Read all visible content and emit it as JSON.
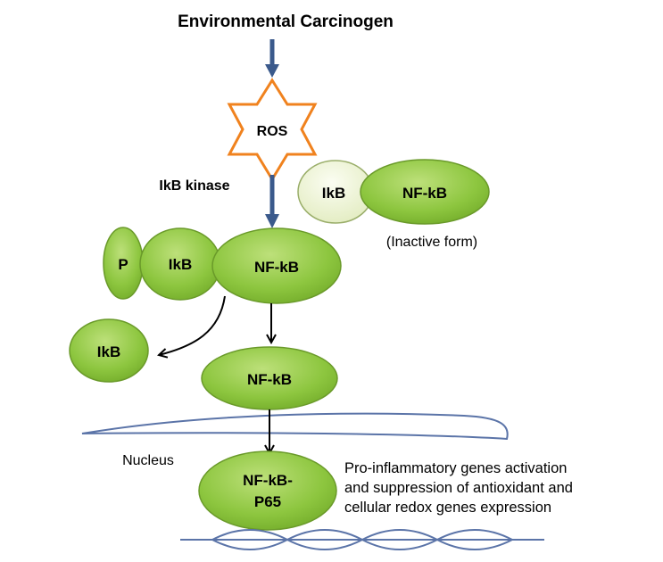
{
  "title": "Environmental Carcinogen",
  "ros_label": "ROS",
  "kinase_label": "IkB kinase",
  "inactive_complex": {
    "ikb_label": "IkB",
    "nfkb_label": "NF-kB",
    "caption": "(Inactive form)"
  },
  "active_complex": {
    "p_label": "P",
    "ikb_label": "IkB",
    "nfkb_label": "NF-kB"
  },
  "released_ikb_label": "IkB",
  "free_nfkb_label": "NF-kB",
  "nucleus_label": "Nucleus",
  "nuclear_nfkb": {
    "line1": "NF-kB-",
    "line2": "P65"
  },
  "outcome_text": {
    "line1": "Pro-inflammatory genes activation",
    "line2": "and suppression of antioxidant and",
    "line3": "cellular redox genes expression"
  },
  "colors": {
    "green_fill": "#8dc63f",
    "green_stroke": "#6a9a2a",
    "pale_fill": "#eef3d6",
    "star_stroke": "#f0821e",
    "arrow_blue": "#3b5a8c",
    "membrane": "#5b74a8"
  }
}
